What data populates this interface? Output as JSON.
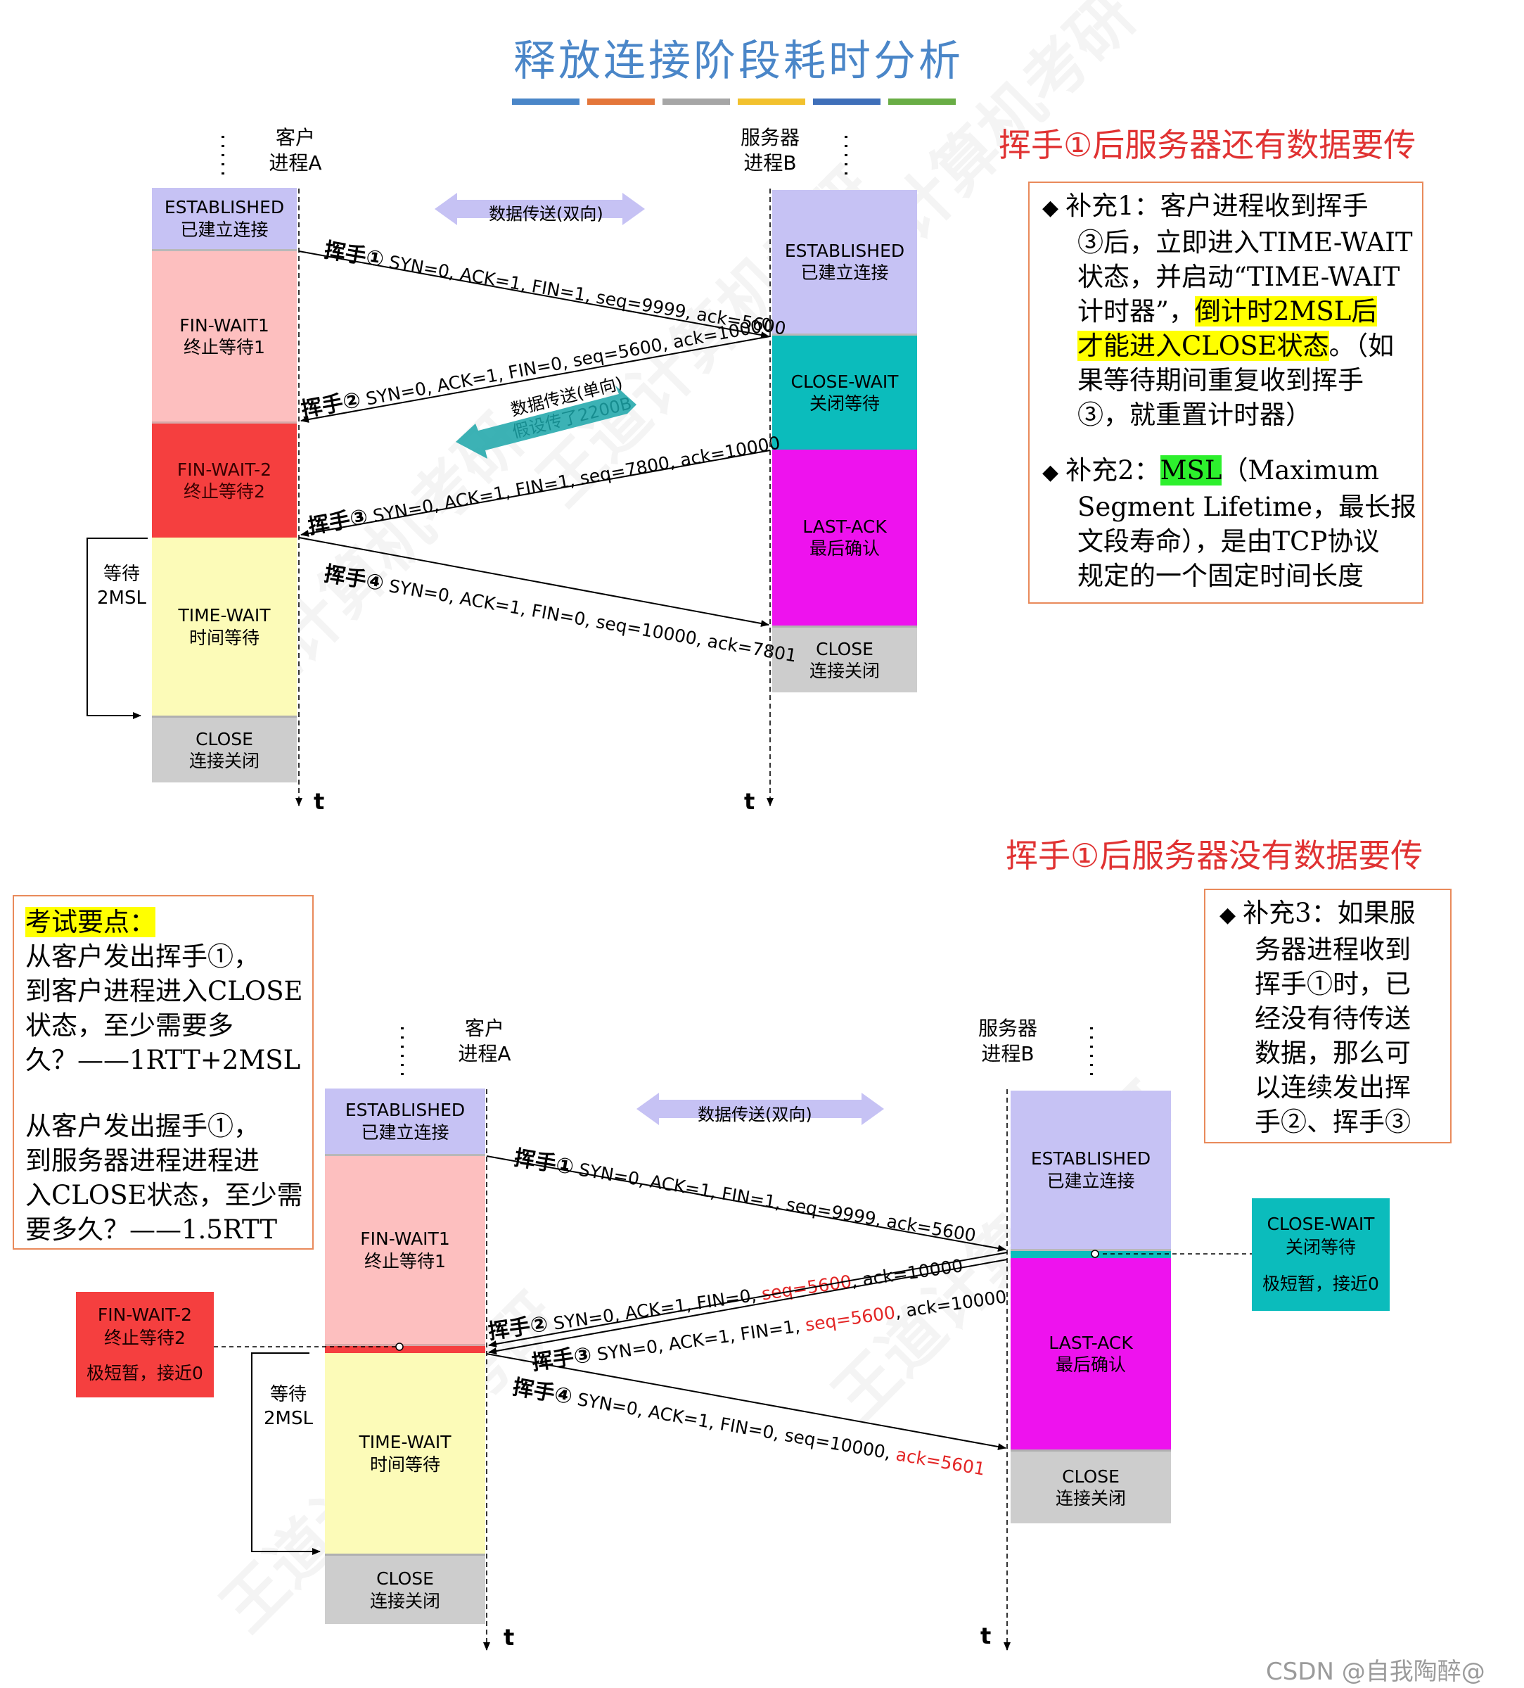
{
  "title": "释放连接阶段耗时分析",
  "title_bar_colors": [
    "#4a86c8",
    "#e4763a",
    "#a6a6a6",
    "#f2c12e",
    "#3f6fb9",
    "#69ad45"
  ],
  "section1": {
    "heading": "挥手①后服务器还有数据要传",
    "client_label": [
      "客户",
      "进程A"
    ],
    "server_label": [
      "服务器",
      "进程B"
    ],
    "t": "t",
    "client_states": [
      {
        "en": "ESTABLISHED",
        "cn": "已建立连接"
      },
      {
        "en": "FIN-WAIT1",
        "cn": "终止等待1"
      },
      {
        "en": "FIN-WAIT-2",
        "cn": "终止等待2"
      },
      {
        "en": "TIME-WAIT",
        "cn": "时间等待"
      },
      {
        "en": "CLOSE",
        "cn": "连接关闭"
      }
    ],
    "server_states": [
      {
        "en": "ESTABLISHED",
        "cn": "已建立连接"
      },
      {
        "en": "CLOSE-WAIT",
        "cn": "关闭等待"
      },
      {
        "en": "LAST-ACK",
        "cn": "最后确认"
      },
      {
        "en": "CLOSE",
        "cn": "连接关闭"
      }
    ],
    "data_bidirectional": "数据传送(双向)",
    "data_unidirectional": [
      "数据传送(单向)",
      "假设传了2200B"
    ],
    "wait_label": [
      "等待",
      "2MSL"
    ],
    "messages": [
      {
        "hs": "挥手①",
        "text": " SYN=0, ACK=1, FIN=1, seq=9999, ack=5600"
      },
      {
        "hs": "挥手②",
        "text": " SYN=0, ACK=1, FIN=0, seq=5600, ack=10000"
      },
      {
        "hs": "挥手③",
        "text": " SYN=0, ACK=1, FIN=1, seq=7800, ack=10000"
      },
      {
        "hs": "挥手④",
        "text": " SYN=0, ACK=1, FIN=0, seq=10000, ack=7801"
      }
    ],
    "notes": {
      "supp1_lines": [
        "补充1：客户进程收到挥手",
        "③后，立即进入TIME-WAIT",
        "状态，并启动“TIME-WAIT",
        "计时器”，"
      ],
      "supp1_hl1": "倒计时2MSL后",
      "supp1_hl2": "才能进入CLOSE状态",
      "supp1_after": "。（如",
      "supp1_rest": [
        "果等待期间重复收到挥手",
        "③，就重置计时器）"
      ],
      "supp2_prefix": "补充2：",
      "supp2_hl": "MSL",
      "supp2_after": "（Maximum",
      "supp2_rest": [
        "Segment Lifetime，最长报",
        "文段寿命），是由TCP协议",
        "规定的一个固定时间长度"
      ]
    }
  },
  "section2": {
    "heading": "挥手①后服务器没有数据要传",
    "client_label": [
      "客户",
      "进程A"
    ],
    "server_label": [
      "服务器",
      "进程B"
    ],
    "t": "t",
    "client_states": [
      {
        "en": "ESTABLISHED",
        "cn": "已建立连接"
      },
      {
        "en": "FIN-WAIT1",
        "cn": "终止等待1"
      },
      {
        "en": "TIME-WAIT",
        "cn": "时间等待"
      },
      {
        "en": "CLOSE",
        "cn": "连接关闭"
      }
    ],
    "server_states": [
      {
        "en": "ESTABLISHED",
        "cn": "已建立连接"
      },
      {
        "en": "LAST-ACK",
        "cn": "最后确认"
      },
      {
        "en": "CLOSE",
        "cn": "连接关闭"
      }
    ],
    "data_bidirectional": "数据传送(双向)",
    "wait_label": [
      "等待",
      "2MSL"
    ],
    "finwait2_callout": {
      "en": "FIN-WAIT-2",
      "cn": "终止等待2",
      "note": "极短暂，接近0"
    },
    "closewait_callout": {
      "en": "CLOSE-WAIT",
      "cn": "关闭等待",
      "note": "极短暂，接近0"
    },
    "messages": [
      {
        "hs": "挥手①",
        "text": " SYN=0, ACK=1, FIN=1, seq=9999, ack=5600"
      },
      {
        "hs": "挥手②",
        "pre": " SYN=0, ACK=1, FIN=0, ",
        "red": "seq=5600",
        "post": ", ack=10000"
      },
      {
        "hs": "挥手③",
        "pre": " SYN=0, ACK=1, FIN=1, ",
        "red": "seq=5600",
        "post": ", ack=10000"
      },
      {
        "hs": "挥手④",
        "pre": " SYN=0, ACK=1, FIN=0, seq=10000, ",
        "red": "ack=5601",
        "post": ""
      }
    ],
    "exam": {
      "title": "考试要点：",
      "q1": [
        "从客户发出挥手①，",
        "到客户进程进入CLOSE",
        "状态，至少需要多",
        "久？——1RTT+2MSL"
      ],
      "q2": [
        "从客户发出握手①，",
        "到服务器进程进程进",
        "入CLOSE状态，至少需",
        "要多久？——1.5RTT"
      ]
    },
    "supp3": [
      "补充3：如果服",
      "务器进程收到",
      "挥手①时，已",
      "经没有待传送",
      "数据，那么可",
      "以连续发出挥",
      "手②、挥手③"
    ]
  },
  "watermark_text": "王道计算机考研",
  "footer": "CSDN @自我陶醉@"
}
